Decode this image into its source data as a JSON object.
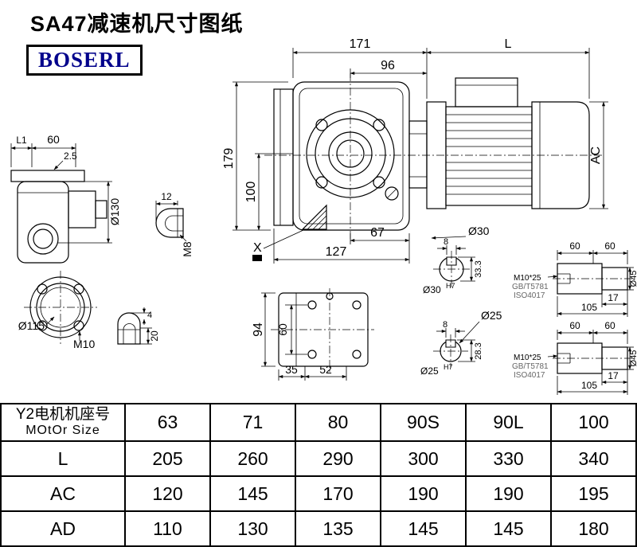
{
  "page": {
    "title": "SA47减速机尺寸图纸",
    "brand": "BOSERL"
  },
  "front_view": {
    "dim_width_total": "171",
    "dim_motor_length": "L",
    "dim_96": "96",
    "dim_height": "179",
    "dim_100": "100",
    "dim_ac": "AC",
    "dim_67": "67",
    "label_shaft_dia": "Ø30",
    "dim_127": "127",
    "label_x": "X"
  },
  "side_view": {
    "dim_l1": "L1",
    "dim_60": "60",
    "dim_2_5": "2.5",
    "label_d130": "Ø130"
  },
  "flange_view": {
    "label_d115": "Ø115",
    "label_m10": "M10"
  },
  "key_detail_top": {
    "dim_12": "12",
    "label_m8": "M8"
  },
  "key_detail_bottom": {
    "dim_4": "4",
    "dim_20": "20"
  },
  "bottom_view": {
    "dim_94": "94",
    "dim_60": "60",
    "dim_35": "35",
    "dim_52": "52"
  },
  "shaft_section_30": {
    "dim_8": "8",
    "dim_33_3": "33.3",
    "label_dia": "Ø30",
    "label_tol": "H7"
  },
  "shaft_section_25": {
    "label_pointer": "Ø25",
    "dim_8": "8",
    "dim_28_3": "28.3",
    "label_dia": "Ø25",
    "label_tol": "H7"
  },
  "shaft_end_top": {
    "dim_60_left": "60",
    "dim_60_right": "60",
    "label_bolt": "M10*25",
    "label_std_gb": "GB/T5781",
    "label_std_iso": "ISO4017",
    "dim_17": "17",
    "dim_105": "105",
    "label_d45": "Ø45"
  },
  "shaft_end_bottom": {
    "dim_60_left": "60",
    "dim_60_right": "60",
    "label_bolt": "M10*25",
    "label_std_gb": "GB/T5781",
    "label_std_iso": "ISO4017",
    "dim_17": "17",
    "dim_105": "105",
    "label_d45": "Ø45"
  },
  "size_table": {
    "header": {
      "row_label_line1": "Y2电机机座号",
      "row_label_line2": "MOtOr Size",
      "values": [
        "63",
        "71",
        "80",
        "90S",
        "90L",
        "100"
      ]
    },
    "rows": [
      {
        "label": "L",
        "values": [
          "205",
          "260",
          "290",
          "300",
          "330",
          "340"
        ]
      },
      {
        "label": "AC",
        "values": [
          "120",
          "145",
          "170",
          "190",
          "190",
          "195"
        ]
      },
      {
        "label": "AD",
        "values": [
          "110",
          "130",
          "135",
          "145",
          "145",
          "180"
        ]
      }
    ]
  }
}
